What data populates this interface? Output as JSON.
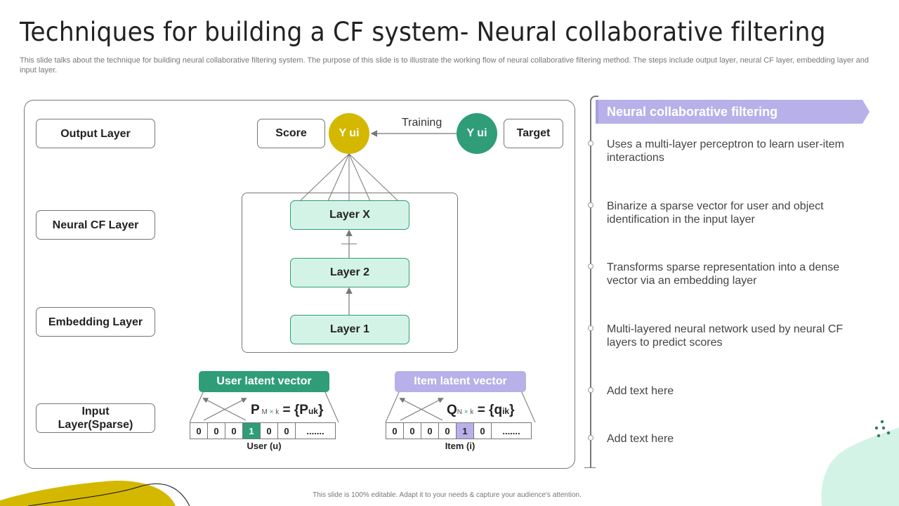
{
  "title": "Techniques for building a CF system- Neural collaborative filtering",
  "subtitle": "This slide talks about the technique for building neural collaborative filtering system. The purpose of this slide is to illustrate the working flow of neural collaborative filtering method. The steps include output layer, neural CF layer, embedding layer and input layer.",
  "diagram": {
    "layer_labels": [
      "Output Layer",
      "Neural CF Layer",
      "Embedding Layer",
      "Input Layer(Sparse)"
    ],
    "score_label": "Score",
    "target_label": "Target",
    "predicted_node": "Y ui",
    "target_node": "Y ui",
    "training_label": "Training",
    "hidden_layers": [
      "Layer X",
      "Layer 2",
      "Layer 1"
    ],
    "user_vector": {
      "header": "User latent vector",
      "formula_main": "P",
      "formula_sub_left": "M",
      "formula_times": "×",
      "formula_sub_right": "k",
      "formula_rhs": "= {P",
      "formula_rhs_sub": "uk",
      "formula_close": "}",
      "cells": [
        "0",
        "0",
        "0",
        "1",
        "0",
        "0",
        "......."
      ],
      "highlight_index": 3,
      "caption": "User (u)"
    },
    "item_vector": {
      "header": "Item latent vector",
      "formula_main": "Q",
      "formula_sub_left": "N",
      "formula_times": "×",
      "formula_sub_right": "k",
      "formula_rhs": "= {q",
      "formula_rhs_sub": "ik",
      "formula_close": "}",
      "cells": [
        "0",
        "0",
        "0",
        "0",
        "1",
        "0",
        "......."
      ],
      "highlight_index": 4,
      "caption": "Item (i)"
    }
  },
  "sidebar": {
    "header": "Neural collaborative filtering",
    "items": [
      "Uses a multi-layer  perceptron to learn user-item interactions",
      "Binarize a sparse vector for user and object identification in the input layer",
      "Transforms  sparse representation into a dense vector via an embedding layer",
      "Multi-layered  neural network used by  neural CF layers  to predict scores",
      "Add text here",
      "Add text here"
    ]
  },
  "colors": {
    "green": "#2e9d78",
    "mustard": "#d4b800",
    "purple": "#b8b0e8",
    "mint": "#d4f3e7"
  },
  "footer": "This slide is 100% editable.  Adapt it to your needs & capture your audience's attention."
}
